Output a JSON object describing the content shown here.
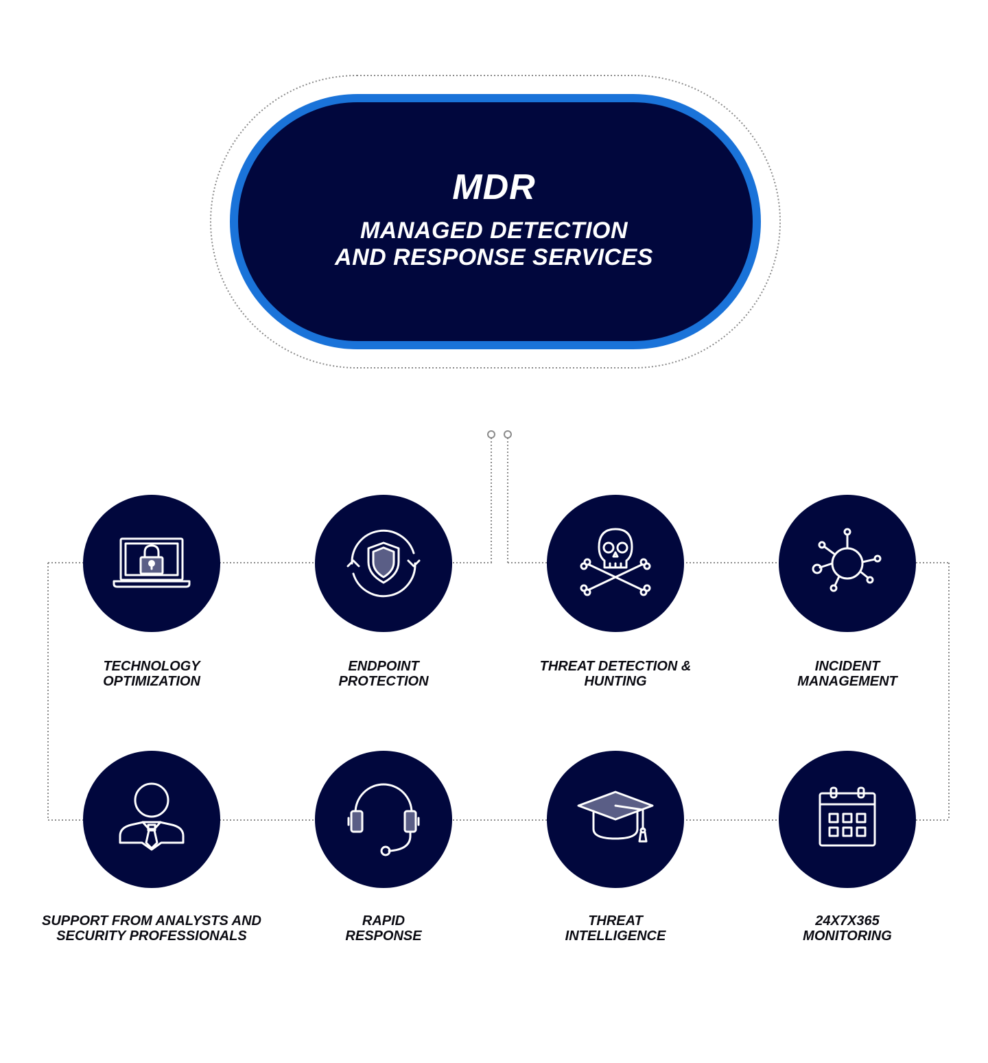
{
  "hero": {
    "title": "MDR",
    "subtitle_line1": "MANAGED DETECTION",
    "subtitle_line2": "AND RESPONSE SERVICES"
  },
  "colors": {
    "navy": "#01073d",
    "accent_blue": "#1a73d9",
    "connector_gray": "#8a8a8a",
    "label_text": "#0b0b12",
    "icon_stroke": "#ffffff",
    "icon_fill": "#5a5e86"
  },
  "services": [
    {
      "id": "technology-optimization",
      "icon": "laptop-lock-icon",
      "line1": "TECHNOLOGY",
      "line2": "OPTIMIZATION"
    },
    {
      "id": "endpoint-protection",
      "icon": "shield-cycle-icon",
      "line1": "ENDPOINT",
      "line2": "PROTECTION"
    },
    {
      "id": "threat-detection",
      "icon": "skull-crossbones-icon",
      "line1": "THREAT DETECTION &",
      "line2": "HUNTING"
    },
    {
      "id": "incident-management",
      "icon": "network-hub-icon",
      "line1": "INCIDENT",
      "line2": "MANAGEMENT"
    },
    {
      "id": "analyst-support",
      "icon": "person-tie-icon",
      "line1": "SUPPORT FROM ANALYSTS AND",
      "line2": "SECURITY PROFESSIONALS"
    },
    {
      "id": "rapid-response",
      "icon": "headset-icon",
      "line1": "RAPID",
      "line2": "RESPONSE"
    },
    {
      "id": "threat-intelligence",
      "icon": "graduation-cap-icon",
      "line1": "THREAT",
      "line2": "INTELLIGENCE"
    },
    {
      "id": "monitoring",
      "icon": "calendar-icon",
      "line1": "24X7X365",
      "line2": "MONITORING"
    }
  ]
}
